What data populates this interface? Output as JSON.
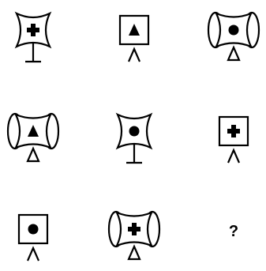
{
  "puzzle": {
    "cells": [
      {
        "frame": "concave",
        "stand": "tee",
        "symbol": "cross"
      },
      {
        "frame": "square",
        "stand": "caret",
        "symbol": "triangle"
      },
      {
        "frame": "lens",
        "stand": "triangle",
        "symbol": "circle"
      },
      {
        "frame": "lens",
        "stand": "triangle",
        "symbol": "triangle"
      },
      {
        "frame": "concave",
        "stand": "tee",
        "symbol": "circle"
      },
      {
        "frame": "square",
        "stand": "caret",
        "symbol": "cross"
      },
      {
        "frame": "square",
        "stand": "caret",
        "symbol": "circle"
      },
      {
        "frame": "lens",
        "stand": "triangle",
        "symbol": "cross"
      },
      {
        "frame": "missing",
        "stand": "none",
        "symbol": "none"
      }
    ],
    "missing_label": "?"
  },
  "colors": {
    "ink": "#000000",
    "background": "#ffffff"
  }
}
